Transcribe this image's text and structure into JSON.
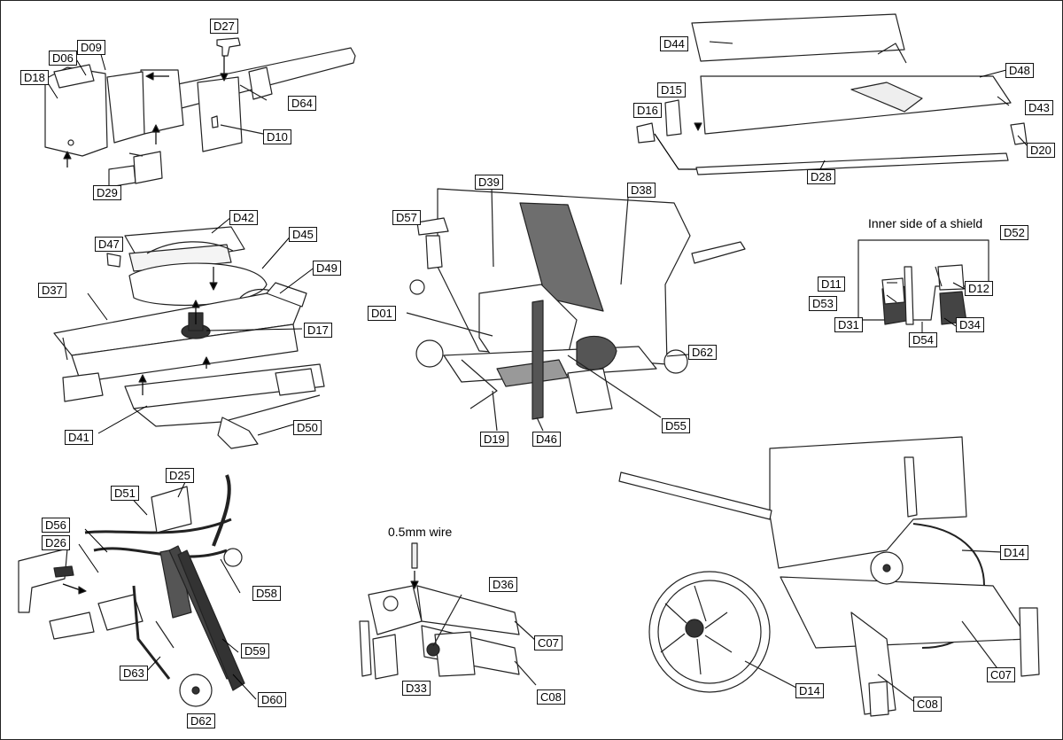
{
  "notes": {
    "inner_shield": "Inner side of a shield",
    "wire": "0.5mm wire"
  },
  "labels": {
    "D18": "D18",
    "D06": "D06",
    "D09": "D09",
    "D27": "D27",
    "D64": "D64",
    "D10": "D10",
    "D29": "D29",
    "D44": "D44",
    "D48": "D48",
    "D15": "D15",
    "D16": "D16",
    "D43": "D43",
    "D20": "D20",
    "D28": "D28",
    "D42": "D42",
    "D47": "D47",
    "D45": "D45",
    "D37": "D37",
    "D49": "D49",
    "D17": "D17",
    "D41": "D41",
    "D50": "D50",
    "D39": "D39",
    "D38": "D38",
    "D57": "D57",
    "D01": "D01",
    "D62a": "D62",
    "D19": "D19",
    "D46": "D46",
    "D55": "D55",
    "D52": "D52",
    "D11": "D11",
    "D12": "D12",
    "D53": "D53",
    "D31": "D31",
    "D54": "D54",
    "D34": "D34",
    "D25": "D25",
    "D51": "D51",
    "D56": "D56",
    "D26": "D26",
    "D58": "D58",
    "D59": "D59",
    "D63": "D63",
    "D60": "D60",
    "D62b": "D62",
    "D36": "D36",
    "C07a": "C07",
    "D33": "D33",
    "C08a": "C08",
    "D14a": "D14",
    "D14b": "D14",
    "C07b": "C07",
    "C08b": "C08"
  }
}
